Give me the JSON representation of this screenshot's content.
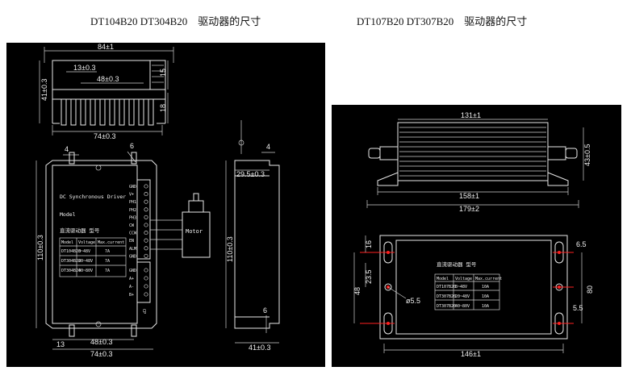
{
  "titles": {
    "left": "DT104B20 DT304B20　驱动器的尺寸",
    "right": "DT107B20 DT307B20　驱动器的尺寸"
  },
  "left": {
    "top_dims": {
      "width": "84±1",
      "inner": "13±0.3",
      "inner2": "48±0.3",
      "height": "41±0.3",
      "h1": "15",
      "h2": "18",
      "bottom": "74±0.3"
    },
    "front_dims": {
      "d4": "4",
      "d6": "6",
      "height": "110±0.3",
      "b13": "13",
      "b48": "48±0.3",
      "b74": "74±0.3"
    },
    "side_dims": {
      "d4": "4",
      "w295": "29.5±0.3",
      "height": "110±0.3",
      "d6": "6",
      "w41": "41±0.3"
    },
    "label": {
      "line1": "DC Synchronous Driver",
      "line2": "Model",
      "line3": "直流驱动器 型号"
    },
    "table": {
      "headers": [
        "Model",
        "Voltage",
        "Max.current"
      ],
      "rows": [
        [
          "DT104B20",
          "8~48V",
          "7A"
        ],
        [
          "DT304B20",
          "20~48V",
          "7A"
        ],
        [
          "DT304B20",
          "40~80V",
          "7A"
        ]
      ]
    },
    "terminals": [
      "GND",
      "V+",
      "PH1",
      "PH2",
      "PH3",
      "CW",
      "CCW",
      "EN",
      "ALM",
      "GND"
    ],
    "terminals2": [
      "GND",
      "A+",
      "A-",
      "B+"
    ],
    "motor": "Motor",
    "cp": "CP"
  },
  "right": {
    "top_dims": {
      "w131": "131±1",
      "h43": "43±0.5",
      "w158": "158±1",
      "w179": "179±2"
    },
    "bottom_dims": {
      "d16": "16",
      "d235": "23.5",
      "d48": "48",
      "dia": "ø5.5",
      "d65": "6.5",
      "d80": "80",
      "d55": "5.5",
      "w146": "146±1"
    },
    "label": "直流驱动器 型号",
    "table": {
      "headers": [
        "Model",
        "Voltage",
        "Max.current"
      ],
      "rows": [
        [
          "DT107B20",
          "8~48V",
          "10A"
        ],
        [
          "DT307B20",
          "20~48V",
          "10A"
        ],
        [
          "DT307B20",
          "40~80V",
          "10A"
        ]
      ]
    }
  }
}
